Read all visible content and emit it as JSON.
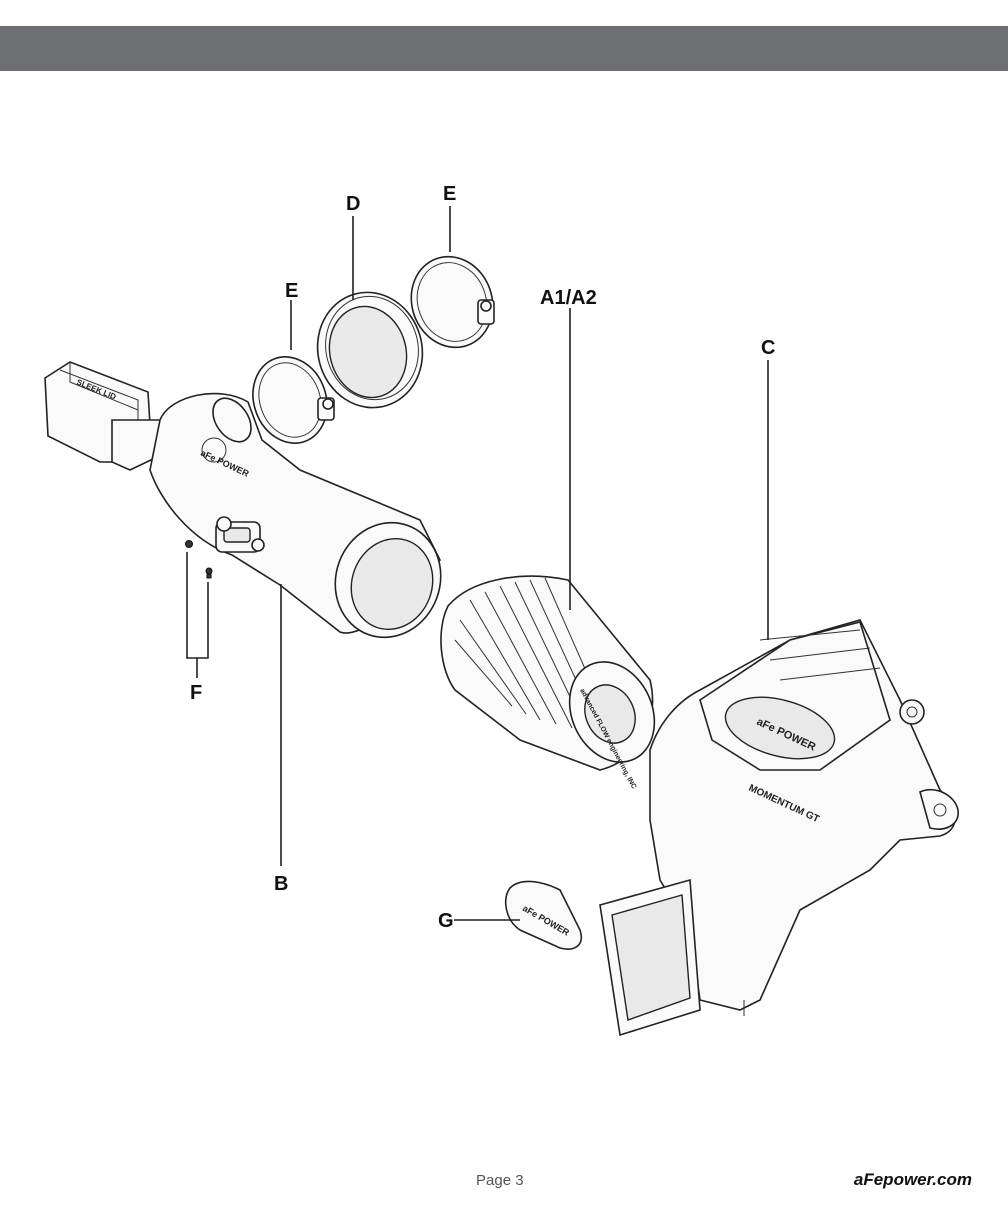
{
  "header": {
    "bar_color": "#6d6e71"
  },
  "callouts": {
    "a1a2": "A1/A2",
    "b": "B",
    "c": "C",
    "d": "D",
    "e_top": "E",
    "e_left": "E",
    "f": "F",
    "g": "G"
  },
  "part_markings": {
    "filter_band": "advanced FLOW engineering, INC",
    "logo": "aFe POWER",
    "housing_brand": "MOMENTUM GT",
    "sensor_housing": "SLEEK LID"
  },
  "footer": {
    "page": "Page 3",
    "url": "aFepower.com"
  }
}
